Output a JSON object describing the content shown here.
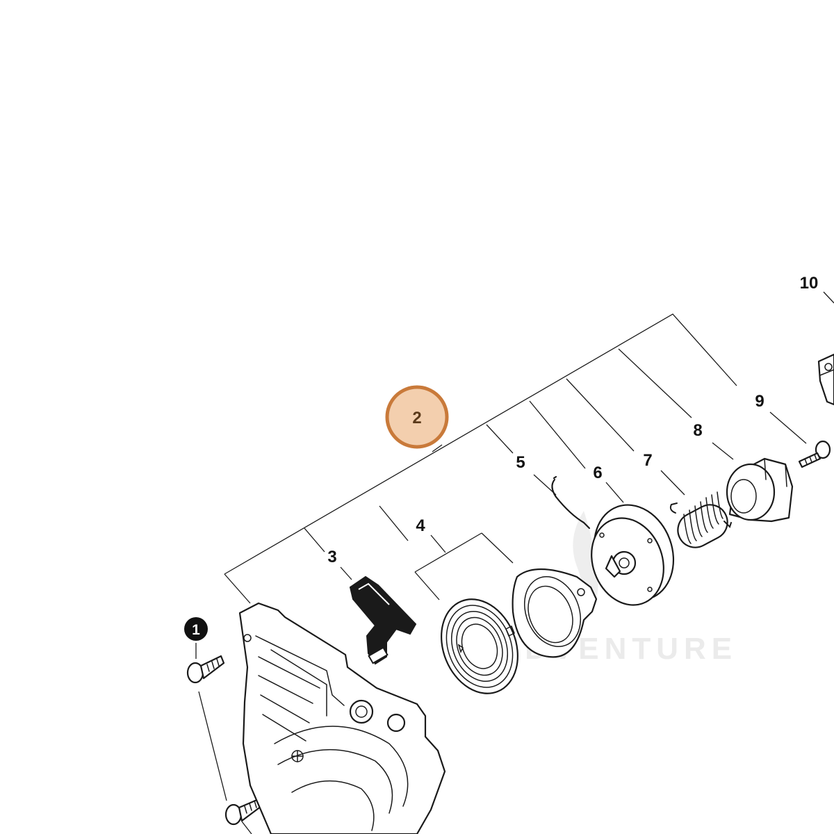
{
  "diagram": {
    "watermark": "ENDVENTURE",
    "highlight_color": "#f3cfae",
    "highlight_border": "#c97a3a",
    "callouts": {
      "c1": "1",
      "c2": "2",
      "c3": "3",
      "c4": "4",
      "c5": "5",
      "c6": "6",
      "c7": "7",
      "c8": "8",
      "c9": "9",
      "c10": "10"
    }
  }
}
